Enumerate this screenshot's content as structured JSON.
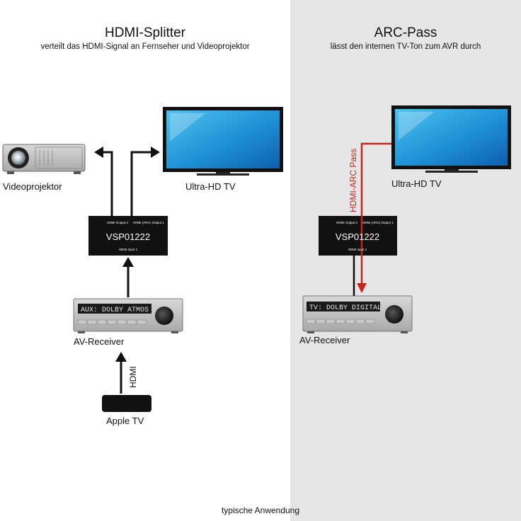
{
  "left": {
    "title": "HDMI-Splitter",
    "subtitle": "verteilt das HDMI-Signal an Fernseher und Videoprojektor",
    "projector_label": "Videoprojektor",
    "tv_label": "Ultra-HD TV",
    "splitter": {
      "model": "VSP01222",
      "output2": "HDMI Output 2",
      "output1": "HDMI (ARC) Output 1",
      "input": "HDMI Input 1"
    },
    "receiver_display": "AUX: DOLBY ATMOS",
    "receiver_label": "AV-Receiver",
    "cable_label": "HDMI",
    "source_label": "Apple TV"
  },
  "right": {
    "title": "ARC-Pass",
    "subtitle": "lässt den internen TV-Ton zum AVR durch",
    "tv_label": "Ultra-HD TV",
    "arc_label": "HDMI-ARC Pass",
    "splitter": {
      "model": "VSP01222",
      "output2": "HDMI Output 2",
      "output1": "HDMI (ARC) Output 1",
      "input": "HDMI Input 1"
    },
    "receiver_display": "TV: DOLBY DIGITAL",
    "receiver_label": "AV-Receiver"
  },
  "caption": "typische Anwendung",
  "colors": {
    "arc_red": "#c0251e",
    "panel_gray": "#e6e6e6"
  }
}
